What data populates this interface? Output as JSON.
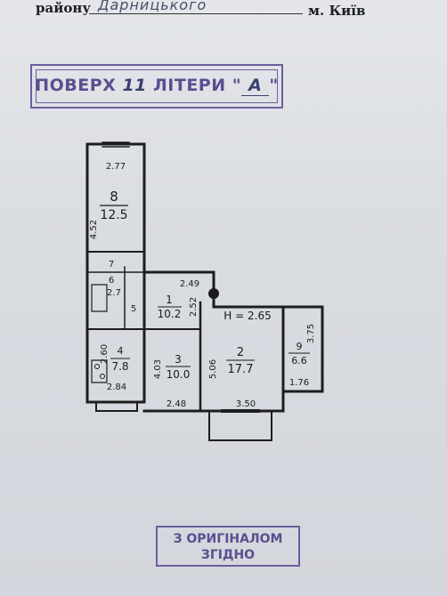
{
  "header": {
    "district_label": "району",
    "district_handwritten": "Дарницького",
    "city": "м. Київ"
  },
  "stamps": {
    "floor_stamp": "ПОВЕРХ",
    "floor_number": "11",
    "litera_label": "ЛІТЕРИ \"",
    "litera_value": "А",
    "litera_close": "\"",
    "original_line1": "З ОРИГІНАЛОМ",
    "original_line2": "ЗГІДНО"
  },
  "plan": {
    "ceiling_height": "Н = 2.65",
    "rooms": [
      {
        "number": "8",
        "area": "12.5"
      },
      {
        "number": "7",
        "area": ""
      },
      {
        "number": "6",
        "area": "2.7"
      },
      {
        "number": "5",
        "area": ""
      },
      {
        "number": "4",
        "area": "7.8"
      },
      {
        "number": "1",
        "area": "10.2"
      },
      {
        "number": "3",
        "area": "10.0"
      },
      {
        "number": "2",
        "area": "17.7"
      },
      {
        "number": "9",
        "area": "6.6"
      }
    ],
    "dimensions": {
      "top_width": "2.77",
      "left_height": "4.52",
      "kitchen_height": "2.60",
      "kitchen_width": "2.84",
      "hall_width": "2.49",
      "hall_height": "2.52",
      "room3_height": "4.03",
      "room3_width": "2.48",
      "room2_height": "5.06",
      "room2_width": "3.50",
      "room9_height": "3.75",
      "room9_width": "1.76"
    }
  }
}
